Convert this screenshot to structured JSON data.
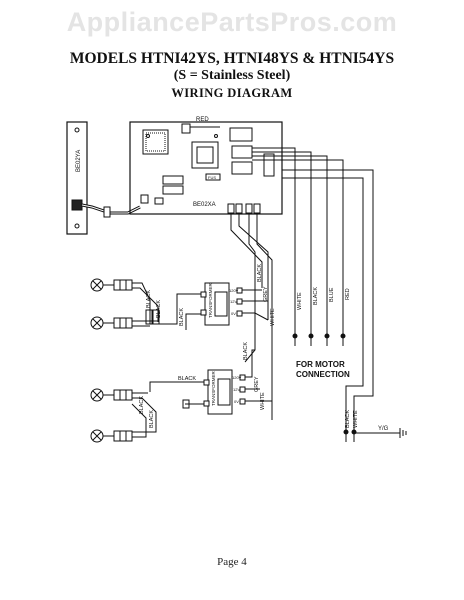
{
  "watermark": "AppliancePartsPros.com",
  "title": {
    "models": "MODELS HTNI42YS, HTNI48YS & HTNI54YS",
    "note": "(S = Stainless Steel)",
    "diagram": "WIRING DIAGRAM"
  },
  "labels": {
    "red": "RED",
    "be02ya": "BE02YA",
    "be02xa": "BE02XA",
    "fuse": "FUS",
    "black": "BLACK",
    "grey": "GREY",
    "white": "WHITE",
    "blue": "BLUE",
    "transformer": "TRANSFORMER",
    "t120": "120V",
    "t12": "12V",
    "t0": "0V",
    "motor_line1": "FOR MOTOR",
    "motor_line2": "CONNECTION",
    "yg": "Y/G"
  },
  "footer": {
    "page": "Page 4"
  },
  "colors": {
    "line": "#111111",
    "watermark": "#e4e4e4"
  }
}
